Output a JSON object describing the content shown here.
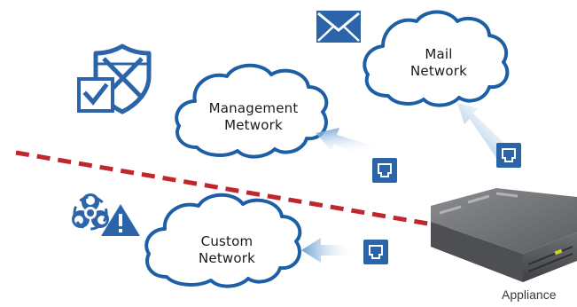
{
  "networks": [
    {
      "id": "mail",
      "line1": "Mail",
      "line2": "Network"
    },
    {
      "id": "management",
      "line1": "Management",
      "line2": "Metwork"
    },
    {
      "id": "custom",
      "line1": "Custom",
      "line2": "Network"
    }
  ],
  "appliance": {
    "label": "Appliance"
  },
  "icons": [
    "envelope-icon",
    "shield-check-icon",
    "biohazard-warning-icon",
    "ethernet-port-icon",
    "server-appliance-icon"
  ],
  "colors": {
    "cloud_stroke": "#1d5fa6",
    "icon_blue": "#2b64a8",
    "divider": "#c0272d",
    "arrow": "#7aaad8"
  }
}
